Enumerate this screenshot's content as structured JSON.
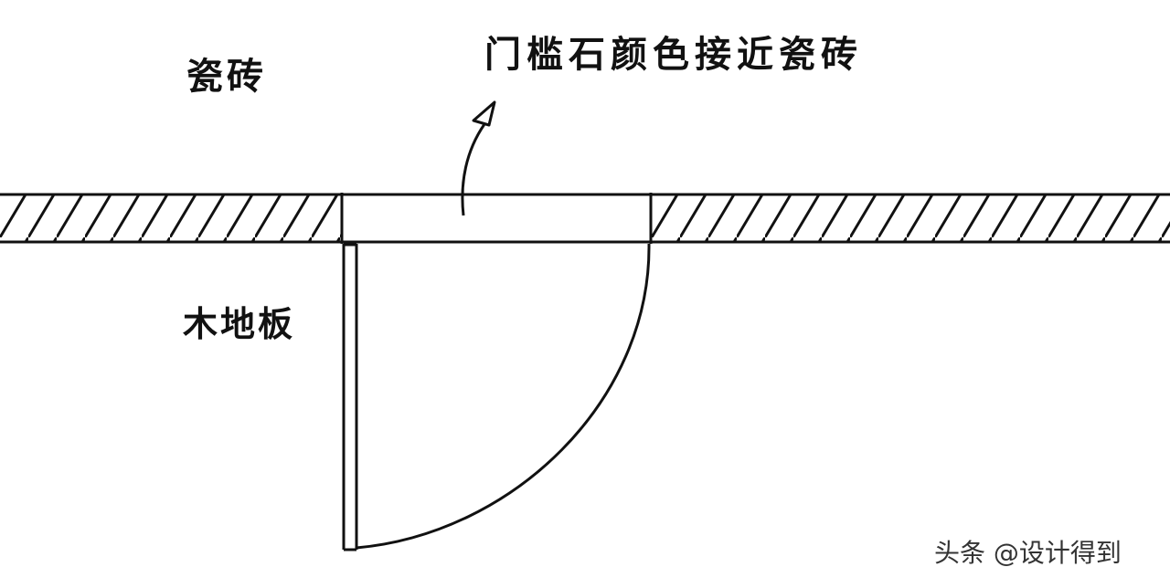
{
  "labels": {
    "tile": "瓷砖",
    "wood_floor": "木地板",
    "threshold_note": "门槛石颜色接近瓷砖"
  },
  "watermark": "头条 @设计得到",
  "colors": {
    "ink": "#111111",
    "background": "#ffffff"
  }
}
